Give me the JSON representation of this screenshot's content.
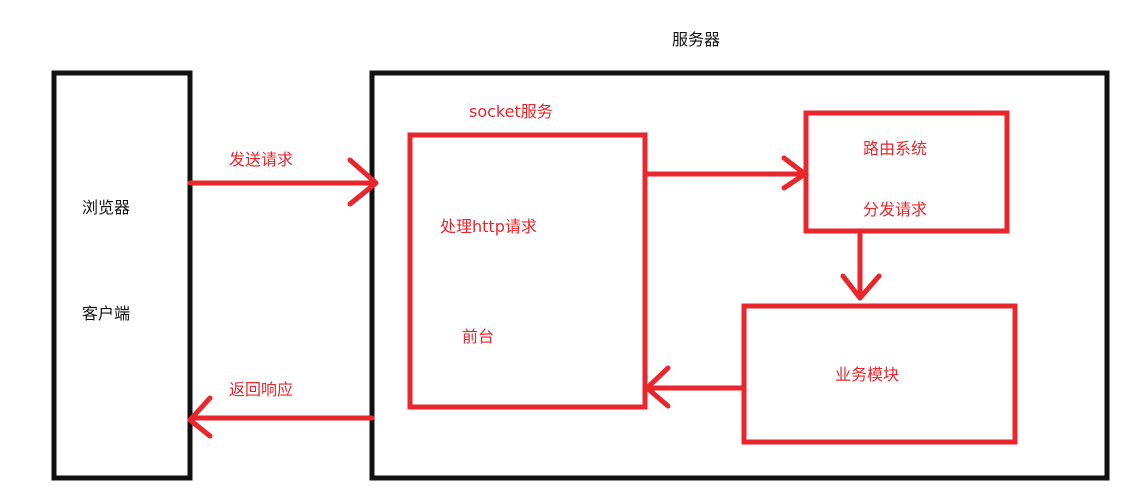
{
  "colors": {
    "black_stroke": "#111111",
    "red_stroke": "#e8262c"
  },
  "labels": {
    "server_title": "服务器",
    "browser": "浏览器",
    "client": "客户端",
    "send_request": "发送请求",
    "return_response": "返回响应",
    "socket_service": "socket服务",
    "handle_http": "处理http请求",
    "frontend": "前台",
    "routing_system": "路由系统",
    "dispatch_request": "分发请求",
    "business_module": "业务模块"
  }
}
